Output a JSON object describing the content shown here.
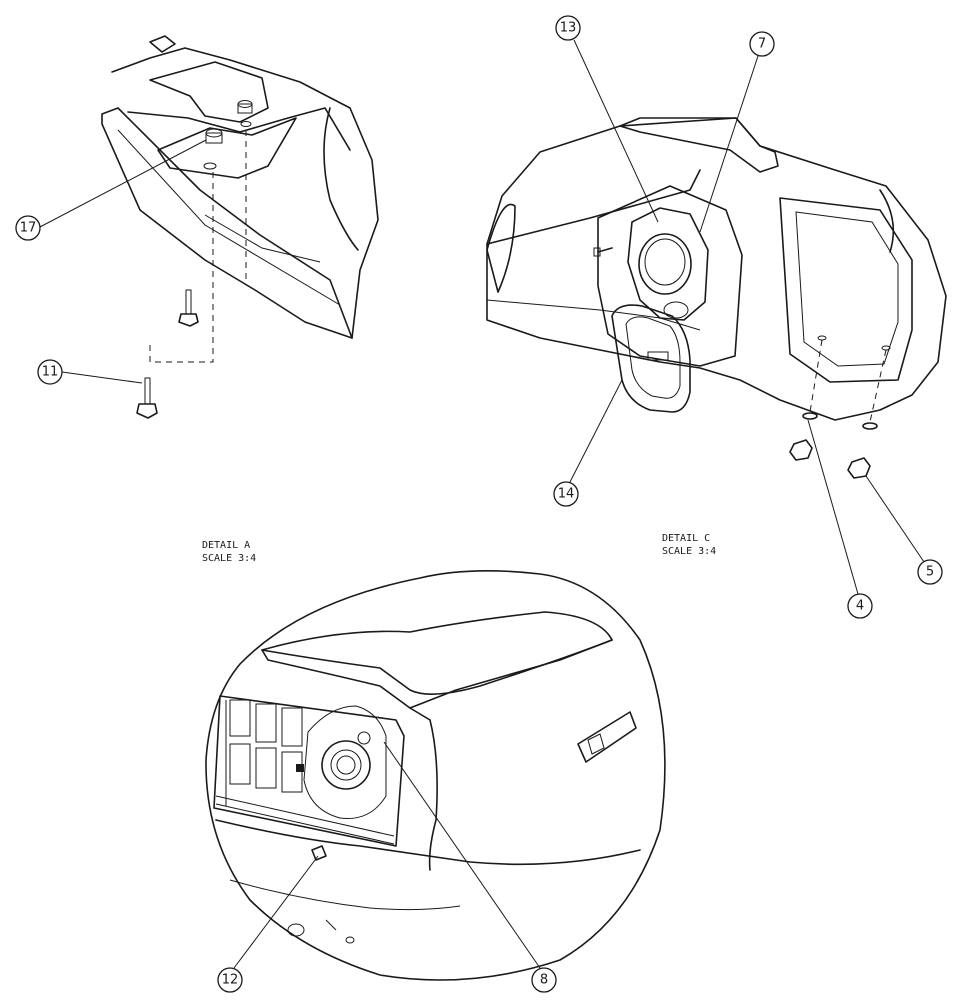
{
  "details": [
    {
      "id": "detail-a",
      "title": "DETAIL A",
      "scale": "SCALE  3:4"
    },
    {
      "id": "detail-c",
      "title": "DETAIL C",
      "scale": "SCALE  3:4"
    }
  ],
  "callouts": {
    "c17": "17",
    "c11": "11",
    "c13": "13",
    "c7": "7",
    "c14": "14",
    "c5": "5",
    "c4": "4",
    "c12": "12",
    "c8": "8"
  }
}
